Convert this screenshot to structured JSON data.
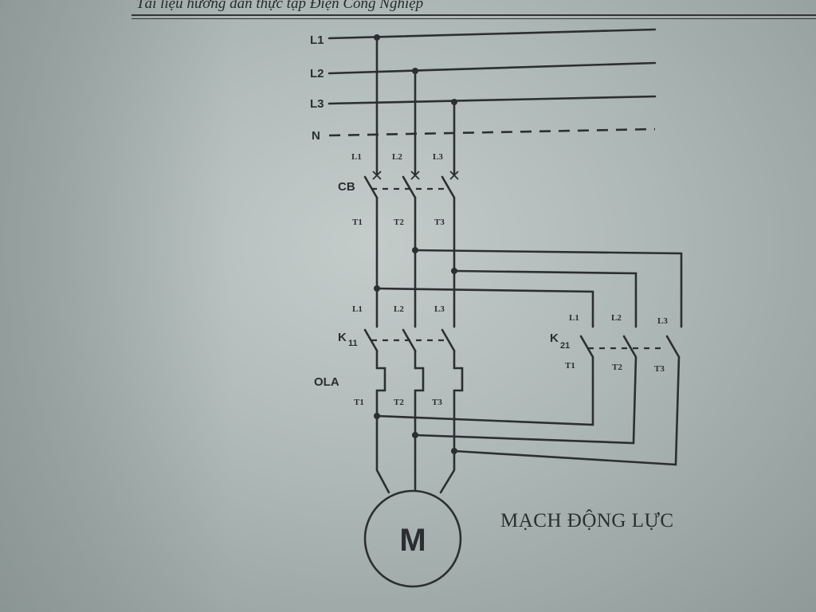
{
  "header": {
    "text": "Tài liệu hướng dẫn thực tập Điện Công Nghiệp"
  },
  "bus": {
    "l1": "L1",
    "l2": "L2",
    "l3": "L3",
    "n": "N"
  },
  "breaker": {
    "label": "CB",
    "inputs": [
      "L1",
      "L2",
      "L3"
    ],
    "outputs": [
      "T1",
      "T2",
      "T3"
    ]
  },
  "contactor_k11": {
    "label_main": "K",
    "label_sub": "11",
    "inputs": [
      "L1",
      "L2",
      "L3"
    ]
  },
  "overload": {
    "label": "OLA",
    "outputs": [
      "T1",
      "T2",
      "T3"
    ]
  },
  "contactor_k21": {
    "label_main": "K",
    "label_sub": "21",
    "inputs": [
      "L1",
      "L2",
      "L3"
    ],
    "outputs": [
      "T1",
      "T2",
      "T3"
    ]
  },
  "motor": {
    "label": "M"
  },
  "title": "MẠCH ĐỘNG LỰC",
  "colors": {
    "ink": "#2b2f31",
    "paper": "#c4ccca"
  }
}
